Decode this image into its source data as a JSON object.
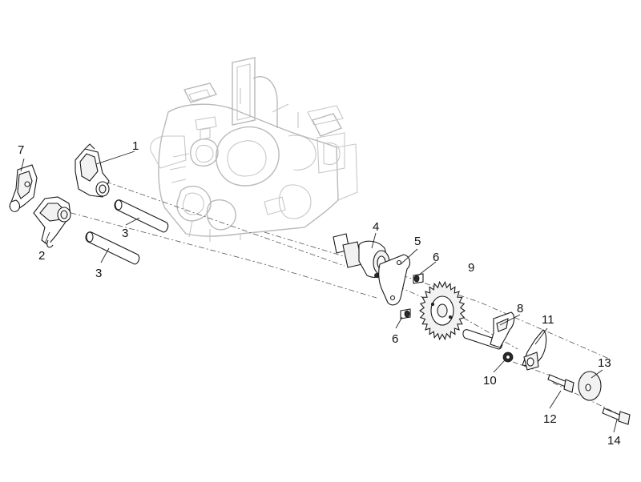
{
  "labels": {
    "p1": "1",
    "p2": "2",
    "p3a": "3",
    "p3b": "3",
    "p4": "4",
    "p5": "5",
    "p6a": "6",
    "p6b": "6",
    "p7": "7",
    "p8": "8",
    "p9": "9",
    "p10": "10",
    "p11": "11",
    "p12": "12",
    "p13": "13",
    "p14": "14"
  }
}
